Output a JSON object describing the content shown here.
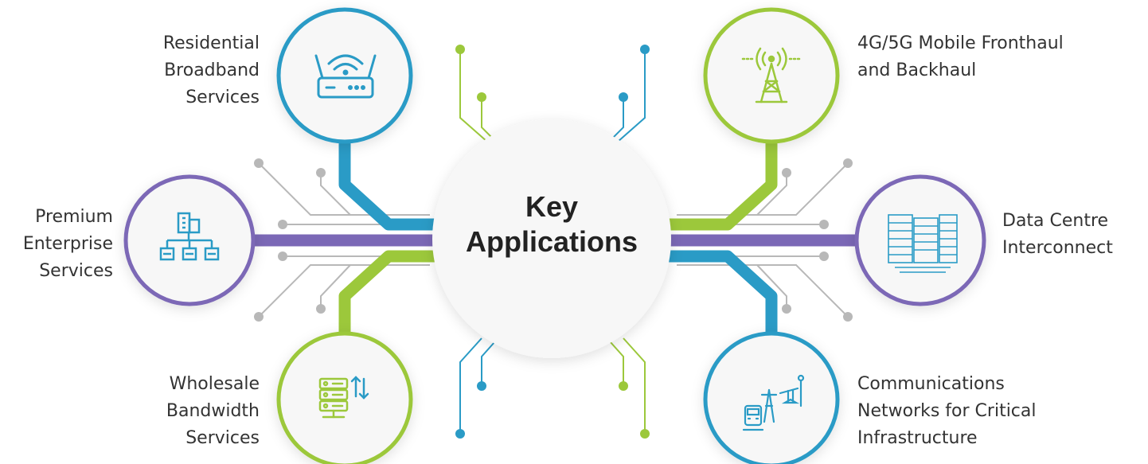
{
  "center": {
    "title_line1": "Key",
    "title_line2": "Applications"
  },
  "colors": {
    "blue": "#2a9bc6",
    "green": "#9cc83b",
    "purple": "#7b68b6",
    "grey": "#b8b8b8"
  },
  "applications": [
    {
      "label": "Residential\nBroadband\nServices",
      "icon": "wifi-router-icon",
      "accent": "blue"
    },
    {
      "label": "Premium\nEnterprise\nServices",
      "icon": "enterprise-network-icon",
      "accent": "purple"
    },
    {
      "label": "Wholesale\nBandwidth\nServices",
      "icon": "server-transfer-icon",
      "accent": "green"
    },
    {
      "label": "4G/5G Mobile Fronthaul\nand Backhaul",
      "icon": "cell-tower-icon",
      "accent": "green"
    },
    {
      "label": "Data Centre\nInterconnect",
      "icon": "server-rack-icon",
      "accent": "purple"
    },
    {
      "label": "Communications\nNetworks for Critical\nInfrastructure",
      "icon": "critical-infrastructure-icon",
      "accent": "blue"
    }
  ]
}
